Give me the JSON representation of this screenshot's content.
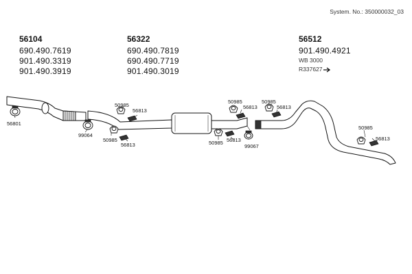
{
  "header": {
    "system_no": "System. No.: 350000032_03"
  },
  "groups": [
    {
      "part_no": "56104",
      "refs": [
        "690.490.7619",
        "901.490.3319",
        "901.490.3919"
      ]
    },
    {
      "part_no": "56322",
      "refs": [
        "690.490.7819",
        "690.490.7719",
        "901.490.3019"
      ]
    },
    {
      "part_no": "56512",
      "refs": [
        "901.490.4921"
      ],
      "notes": [
        "WB 3000",
        "R337627"
      ]
    }
  ],
  "callouts": {
    "c56801": "56801",
    "c99064": "99064",
    "c50985_a": "50985",
    "c56813_a": "56813",
    "c50985_b": "50985",
    "c56813_b": "56813",
    "c50985_c": "50985",
    "c56813_c": "56813",
    "c50985_d": "50985",
    "c56813_d": "56813",
    "c99067": "99067",
    "c50985_e": "50985",
    "c56813_e": "56813",
    "c50985_f": "50985",
    "c56813_f": "56813"
  },
  "icons": {
    "arrow": "arrow-right-icon"
  }
}
